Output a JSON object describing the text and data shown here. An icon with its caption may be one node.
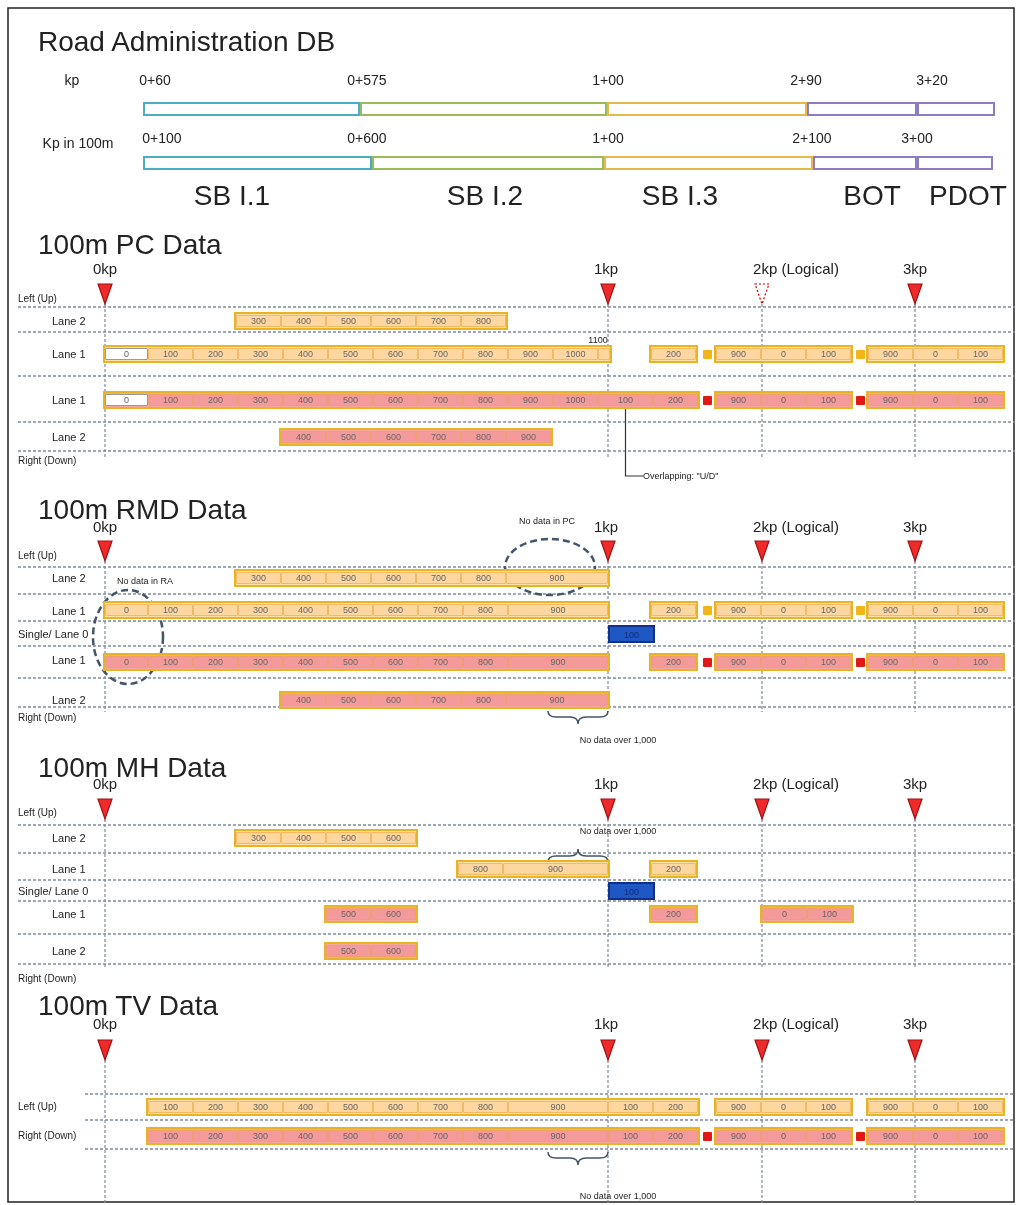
{
  "diagram": {
    "title": "Road Administration DB",
    "nodes": [
      {
        "text": [],
        "shape": "bar"
      },
      {
        "text": [],
        "shape": "bar"
      },
      {
        "text": [],
        "shape": "bar"
      },
      {
        "text": [],
        "shape": "bar"
      },
      {
        "text": [],
        "shape": "bar"
      },
      {
        "text": [],
        "shape": "bar"
      },
      {
        "text": [],
        "shape": "bar"
      },
      {
        "text": [],
        "shape": "bar"
      },
      {
        "text": [],
        "shape": "bar"
      },
      {
        "text": [],
        "shape": "bar"
      },
      {
        "text": [],
        "shape": "bar"
      },
      {
        "text": [
          "300"
        ],
        "in": 10
      },
      {
        "text": [
          "400"
        ],
        "in": 10
      },
      {
        "text": [
          "500"
        ],
        "in": 10
      },
      {
        "text": [
          "600"
        ],
        "in": 10
      },
      {
        "text": [
          "700"
        ],
        "in": 10
      },
      {
        "text": [
          "800"
        ],
        "in": 10
      },
      {
        "text": [],
        "shape": "bar"
      },
      {
        "text": [
          "0"
        ],
        "in": 17
      },
      {
        "text": [
          "100"
        ],
        "in": 17
      },
      {
        "text": [
          "200"
        ],
        "in": 17
      },
      {
        "text": [
          "300"
        ],
        "in": 17
      },
      {
        "text": [
          "400"
        ],
        "in": 17
      },
      {
        "text": [
          "500"
        ],
        "in": 17
      },
      {
        "text": [
          "600"
        ],
        "in": 17
      },
      {
        "text": [
          "700"
        ],
        "in": 17
      },
      {
        "text": [
          "800"
        ],
        "in": 17
      },
      {
        "text": [
          "900"
        ],
        "in": 17
      },
      {
        "text": [
          "1000"
        ],
        "in": 17
      },
      {
        "text": [],
        "shape": "box",
        "in": 17
      },
      {
        "text": [],
        "shape": "bar"
      },
      {
        "text": [
          "200"
        ],
        "in": 30
      },
      {
        "text": [],
        "shape": "box"
      },
      {
        "text": [],
        "shape": "bar"
      },
      {
        "text": [
          "900"
        ],
        "in": 33
      },
      {
        "text": [
          "0"
        ],
        "in": 33
      },
      {
        "text": [
          "100"
        ],
        "in": 33
      },
      {
        "text": [],
        "shape": "box"
      },
      {
        "text": [],
        "shape": "bar"
      },
      {
        "text": [
          "900"
        ],
        "in": 38
      },
      {
        "text": [
          "0"
        ],
        "in": 38
      },
      {
        "text": [
          "100"
        ],
        "in": 38
      },
      {
        "text": [],
        "shape": "bar"
      },
      {
        "text": [
          "0"
        ],
        "in": 42
      },
      {
        "text": [
          "100"
        ],
        "in": 42
      },
      {
        "text": [
          "200"
        ],
        "in": 42
      },
      {
        "text": [
          "300"
        ],
        "in": 42
      },
      {
        "text": [
          "400"
        ],
        "in": 42
      },
      {
        "text": [
          "500"
        ],
        "in": 42
      },
      {
        "text": [
          "600"
        ],
        "in": 42
      },
      {
        "text": [
          "700"
        ],
        "in": 42
      },
      {
        "text": [
          "800"
        ],
        "in": 42
      },
      {
        "text": [
          "900"
        ],
        "in": 42
      },
      {
        "text": [
          "1000"
        ],
        "in": 42
      },
      {
        "text": [
          "100"
        ],
        "in": 42
      },
      {
        "text": [
          "200"
        ],
        "in": 42
      },
      {
        "text": [],
        "shape": "box"
      },
      {
        "text": [],
        "shape": "bar"
      },
      {
        "text": [
          "900"
        ],
        "in": 57
      },
      {
        "text": [
          "0"
        ],
        "in": 57
      },
      {
        "text": [
          "100"
        ],
        "in": 57
      },
      {
        "text": [],
        "shape": "box"
      },
      {
        "text": [],
        "shape": "bar"
      },
      {
        "text": [
          "900"
        ],
        "in": 62
      },
      {
        "text": [
          "0"
        ],
        "in": 62
      },
      {
        "text": [
          "100"
        ],
        "in": 62
      },
      {
        "text": [],
        "shape": "bar"
      },
      {
        "text": [
          "400"
        ],
        "in": 66
      },
      {
        "text": [
          "500"
        ],
        "in": 66
      },
      {
        "text": [
          "600"
        ],
        "in": 66
      },
      {
        "text": [
          "700"
        ],
        "in": 66
      },
      {
        "text": [
          "800"
        ],
        "in": 66
      },
      {
        "text": [
          "900"
        ],
        "in": 66
      },
      {
        "text": [
          "Overlapping: \"U/D\""
        ]
      },
      {
        "text": [],
        "shape": "bar"
      },
      {
        "text": [
          "300"
        ],
        "in": 74
      },
      {
        "text": [
          "400"
        ],
        "in": 74
      },
      {
        "text": [
          "500"
        ],
        "in": 74
      },
      {
        "text": [
          "600"
        ],
        "in": 74
      },
      {
        "text": [
          "700"
        ],
        "in": 74
      },
      {
        "text": [
          "800"
        ],
        "in": 74
      },
      {
        "text": [
          "900"
        ],
        "in": 74
      },
      {
        "text": [],
        "shape": "bar"
      },
      {
        "text": [
          "0"
        ],
        "in": 82
      },
      {
        "text": [
          "100"
        ],
        "in": 82
      },
      {
        "text": [
          "200"
        ],
        "in": 82
      },
      {
        "text": [
          "300"
        ],
        "in": 82
      },
      {
        "text": [
          "400"
        ],
        "in": 82
      },
      {
        "text": [
          "500"
        ],
        "in": 82
      },
      {
        "text": [
          "600"
        ],
        "in": 82
      },
      {
        "text": [
          "700"
        ],
        "in": 82
      },
      {
        "text": [
          "800"
        ],
        "in": 82
      },
      {
        "text": [
          "900"
        ],
        "in": 82
      },
      {
        "text": [],
        "shape": "bar"
      },
      {
        "text": [
          "200"
        ],
        "in": 93
      },
      {
        "text": [],
        "shape": "box"
      },
      {
        "text": [],
        "shape": "bar"
      },
      {
        "text": [
          "900"
        ],
        "in": 96
      },
      {
        "text": [
          "0"
        ],
        "in": 96
      },
      {
        "text": [
          "100"
        ],
        "in": 96
      },
      {
        "text": [],
        "shape": "box"
      },
      {
        "text": [],
        "shape": "bar"
      },
      {
        "text": [
          "900"
        ],
        "in": 101
      },
      {
        "text": [
          "0"
        ],
        "in": 101
      },
      {
        "text": [
          "100"
        ],
        "in": 101
      },
      {
        "text": [
          "100"
        ]
      },
      {
        "text": [],
        "shape": "bar"
      },
      {
        "text": [
          "0"
        ],
        "in": 106
      },
      {
        "text": [
          "100"
        ],
        "in": 106
      },
      {
        "text": [
          "200"
        ],
        "in": 106
      },
      {
        "text": [
          "300"
        ],
        "in": 106
      },
      {
        "text": [
          "400"
        ],
        "in": 106
      },
      {
        "text": [
          "500"
        ],
        "in": 106
      },
      {
        "text": [
          "600"
        ],
        "in": 106
      },
      {
        "text": [
          "700"
        ],
        "in": 106
      },
      {
        "text": [
          "800"
        ],
        "in": 106
      },
      {
        "text": [
          "900"
        ],
        "in": 106
      },
      {
        "text": [],
        "shape": "bar"
      },
      {
        "text": [
          "200"
        ],
        "in": 117
      },
      {
        "text": [],
        "shape": "box"
      },
      {
        "text": [],
        "shape": "bar"
      },
      {
        "text": [
          "900"
        ],
        "in": 120
      },
      {
        "text": [
          "0"
        ],
        "in": 120
      },
      {
        "text": [
          "100"
        ],
        "in": 120
      },
      {
        "text": [],
        "shape": "box"
      },
      {
        "text": [],
        "shape": "bar"
      },
      {
        "text": [
          "900"
        ],
        "in": 125
      },
      {
        "text": [
          "0"
        ],
        "in": 125
      },
      {
        "text": [
          "100"
        ],
        "in": 125
      },
      {
        "text": [],
        "shape": "bar"
      },
      {
        "text": [
          "400"
        ],
        "in": 129
      },
      {
        "text": [
          "500"
        ],
        "in": 129
      },
      {
        "text": [
          "600"
        ],
        "in": 129
      },
      {
        "text": [
          "700"
        ],
        "in": 129
      },
      {
        "text": [
          "800"
        ],
        "in": 129
      },
      {
        "text": [
          "900"
        ],
        "in": 129
      },
      {
        "text": [],
        "shape": "bar"
      },
      {
        "text": [
          "300"
        ],
        "in": 136
      },
      {
        "text": [
          "400"
        ],
        "in": 136
      },
      {
        "text": [
          "500"
        ],
        "in": 136
      },
      {
        "text": [
          "600"
        ],
        "in": 136
      },
      {
        "text": [],
        "shape": "bar"
      },
      {
        "text": [
          "800"
        ],
        "in": 141
      },
      {
        "text": [
          "900"
        ],
        "in": 141
      },
      {
        "text": [],
        "shape": "bar"
      },
      {
        "text": [
          "200"
        ],
        "in": 144
      },
      {
        "text": [
          "100"
        ]
      },
      {
        "text": [],
        "shape": "bar"
      },
      {
        "text": [
          "500"
        ],
        "in": 147
      },
      {
        "text": [
          "600"
        ],
        "in": 147
      },
      {
        "text": [],
        "shape": "bar"
      },
      {
        "text": [
          "200"
        ],
        "in": 150
      },
      {
        "text": [],
        "shape": "bar"
      },
      {
        "text": [
          "0"
        ],
        "in": 152
      },
      {
        "text": [
          "100"
        ],
        "in": 152
      },
      {
        "text": [],
        "shape": "bar"
      },
      {
        "text": [
          "500"
        ],
        "in": 155
      },
      {
        "text": [
          "600"
        ],
        "in": 155
      },
      {
        "text": [],
        "shape": "bar"
      },
      {
        "text": [
          "100"
        ],
        "in": 158
      },
      {
        "text": [
          "200"
        ],
        "in": 158
      },
      {
        "text": [
          "300"
        ],
        "in": 158
      },
      {
        "text": [
          "400"
        ],
        "in": 158
      },
      {
        "text": [
          "500"
        ],
        "in": 158
      },
      {
        "text": [
          "600"
        ],
        "in": 158
      },
      {
        "text": [
          "700"
        ],
        "in": 158
      },
      {
        "text": [
          "800"
        ],
        "in": 158
      },
      {
        "text": [
          "900"
        ],
        "in": 158
      },
      {
        "text": [
          "100"
        ],
        "in": 158
      },
      {
        "text": [
          "200"
        ],
        "in": 158
      },
      {
        "text": [],
        "shape": "bar"
      },
      {
        "text": [
          "900"
        ],
        "in": 170
      },
      {
        "text": [
          "0"
        ],
        "in": 170
      },
      {
        "text": [
          "100"
        ],
        "in": 170
      },
      {
        "text": [],
        "shape": "bar"
      },
      {
        "text": [
          "900"
        ],
        "in": 174
      },
      {
        "text": [
          "0"
        ],
        "in": 174
      },
      {
        "text": [
          "100"
        ],
        "in": 174
      },
      {
        "text": [],
        "shape": "bar"
      },
      {
        "text": [
          "100"
        ],
        "in": 178
      },
      {
        "text": [
          "200"
        ],
        "in": 178
      },
      {
        "text": [
          "300"
        ],
        "in": 178
      },
      {
        "text": [
          "400"
        ],
        "in": 178
      },
      {
        "text": [
          "500"
        ],
        "in": 178
      },
      {
        "text": [
          "600"
        ],
        "in": 178
      },
      {
        "text": [
          "700"
        ],
        "in": 178
      },
      {
        "text": [
          "800"
        ],
        "in": 178
      },
      {
        "text": [
          "900"
        ],
        "in": 178
      },
      {
        "text": [
          "100"
        ],
        "in": 178
      },
      {
        "text": [
          "200"
        ],
        "in": 178
      },
      {
        "text": [],
        "shape": "box"
      },
      {
        "text": [],
        "shape": "bar"
      },
      {
        "text": [
          "900"
        ],
        "in": 191
      },
      {
        "text": [
          "0"
        ],
        "in": 191
      },
      {
        "text": [
          "100"
        ],
        "in": 191
      },
      {
        "text": [],
        "shape": "box"
      },
      {
        "text": [],
        "shape": "bar"
      },
      {
        "text": [
          "900"
        ],
        "in": 196
      },
      {
        "text": [
          "0"
        ],
        "in": 196
      },
      {
        "text": [
          "100"
        ],
        "in": 196
      }
    ],
    "edges": [
      {
        "from": 73,
        "to": 54,
        "arrow": "none"
      }
    ],
    "labels": [
      "kp",
      "0+60",
      "0+575",
      "1+00",
      "2+90",
      "3+20",
      "Kp in 100m",
      "0+100",
      "0+600",
      "1+00",
      "2+100",
      "3+00",
      "SB I.1",
      "SB I.2",
      "SB I.3",
      "BOT",
      "PDOT",
      "100m PC Data",
      "0kp",
      "1kp",
      "2kp (Logical)",
      "3kp",
      "Left (Up)",
      "Lane 2",
      "Lane 1",
      "1100",
      "Lane 1",
      "Lane 2",
      "Right (Down)",
      "100m RMD Data",
      "No data in PC",
      "0kp",
      "1kp",
      "2kp (Logical)",
      "3kp",
      "Left (Up)",
      "Lane 2",
      "No data in RA",
      "Lane 1",
      "Single/ Lane 0",
      "Lane 1",
      "Lane 2",
      "Right (Down)",
      "No data over 1,000",
      "100m MH Data",
      "0kp",
      "1kp",
      "2kp (Logical)",
      "3kp",
      "Left (Up)",
      "Lane 2",
      "No data over 1,000",
      "Lane 1",
      "Single/ Lane 0",
      "Lane 1",
      "Lane 2",
      "Right (Down)",
      "100m TV Data",
      "0kp",
      "1kp",
      "2kp (Logical)",
      "3kp",
      "Left (Up)",
      "Right (Down)",
      "No data over 1,000"
    ]
  }
}
